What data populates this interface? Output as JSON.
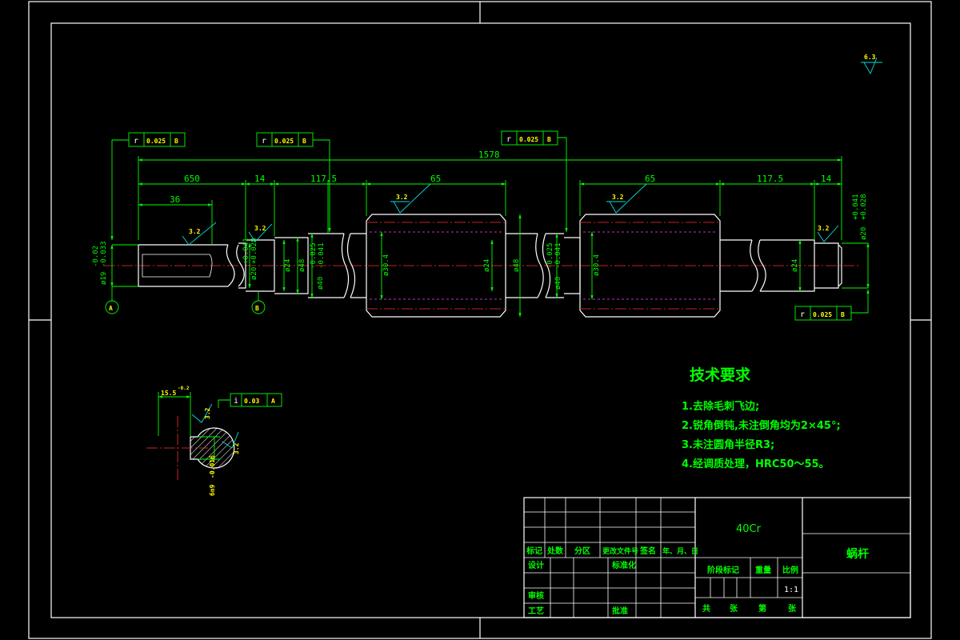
{
  "dimensions": {
    "total_length": "1578",
    "d650": "650",
    "d36": "36",
    "d14_left": "14",
    "d117_left": "117.5",
    "d65_left": "65",
    "d65_right": "65",
    "d117_right": "117.5",
    "d14_right": "14"
  },
  "diameters": {
    "shaft_end": "ø19",
    "shaft_end_tol_upper": "-0.02",
    "shaft_end_tol_lower": "-0.033",
    "bearing_left": "ø20",
    "bearing_left_tol_upper": "+0.041",
    "bearing_left_tol_lower": "+0.028",
    "d24": "ø24",
    "d48": "ø48",
    "d40": "ø40",
    "d40_tol_upper": "-0.025",
    "d40_tol_lower": "-0.041",
    "d30_4": "ø30.4",
    "bearing_right": "ø20",
    "bearing_right_tol_upper": "+0.041",
    "bearing_right_tol_lower": "+0.028"
  },
  "tolerance_frames": {
    "runout_symbol": "r",
    "runout_value": "0.025",
    "datum_b": "B",
    "symmetry_symbol": "i",
    "symmetry_value": "0.03",
    "datum_a": "A"
  },
  "datums": {
    "a": "A",
    "b": "B"
  },
  "roughness": {
    "r32": "3.2",
    "r63": "6.3"
  },
  "keyway": {
    "depth": "15.5",
    "depth_tol": "-0.2",
    "width": "6n9",
    "width_tol": "-0.016"
  },
  "requirements": {
    "title": "技术要求",
    "items": [
      "1.去除毛刺飞边;",
      "2.锐角倒钝,未注倒角均为2×45°;",
      "3.未注圆角半径R3;",
      "4.经调质处理，HRC50～55。"
    ]
  },
  "title_block": {
    "material": "40Cr",
    "part_name": "蜗杆",
    "labels": {
      "mark": "标记",
      "count": "处数",
      "zone": "分区",
      "doc_no": "更改文件号",
      "sign": "签名",
      "date": "年、月、日",
      "design": "设计",
      "standard": "标准化",
      "stage_mark": "阶段标记",
      "weight": "重量",
      "scale": "比例",
      "review": "审核",
      "process": "工艺",
      "approve": "批准",
      "total": "共",
      "sheets": "张",
      "page": "第",
      "sheet": "张"
    },
    "scale_value": "1:1"
  }
}
